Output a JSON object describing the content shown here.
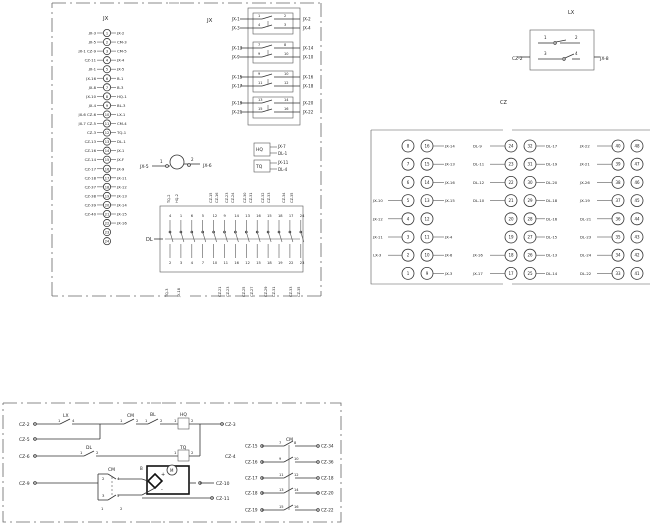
{
  "panel_left": {
    "title": "JX",
    "labels_left": [
      "JX-3",
      "JX-5",
      "JX-1 CZ-9",
      "CZ-11",
      "JX-1",
      "JX-16",
      "JX-8",
      "JX-10",
      "JX-4",
      "JX-6 CZ-6",
      "JX-7 CZ-5",
      "CZ-3",
      "CZ-13",
      "CZ-16",
      "CZ-14",
      "CZ-17",
      "CZ-18",
      "CZ-37",
      "CZ-38",
      "CZ-39",
      "CZ-40"
    ],
    "labels_right": [
      "JX-2",
      "CM-3",
      "CM-5",
      "JX-4",
      "JX-5",
      "B-1",
      "B-3",
      "HQ-1",
      "BL-3",
      "LX-1",
      "CM-4",
      "TQ-1",
      "DL-1",
      "JX-1",
      "JX-F",
      "JX-9",
      "JX-11",
      "JX-12",
      "JX-13",
      "JX-14",
      "JX-15",
      "JX-16"
    ],
    "terminal_numbers": [
      "1",
      "2",
      "3",
      "4",
      "5",
      "6",
      "7",
      "8",
      "9",
      "10",
      "11",
      "12",
      "13",
      "14",
      "15",
      "16",
      "17",
      "18",
      "19",
      "20",
      "21",
      "22",
      "23",
      "24"
    ],
    "jx_label": "JX",
    "relays": [
      {
        "lt": "JX-1",
        "rt": "JX-2",
        "lb": "JX-3",
        "rb": "JX-4",
        "na": "1",
        "nb": "2",
        "nc": "4",
        "nd": "3"
      },
      {
        "lt": "JX-13",
        "rt": "JX-14",
        "lb": "JX-9",
        "rb": "JX-10",
        "na": "7",
        "nb": "8",
        "nc": "9",
        "nd": "10"
      },
      {
        "lt": "JX-15",
        "rt": "JX-16",
        "lb": "JX-17",
        "rb": "JX-18",
        "na": "9",
        "nb": "10",
        "nc": "11",
        "nd": "12"
      },
      {
        "lt": "JX-19",
        "rt": "JX-20",
        "lb": "JX-21",
        "rb": "JX-22",
        "na": "13",
        "nb": "14",
        "nc": "15",
        "nd": "16"
      }
    ],
    "motor": {
      "left": "JX-5",
      "right": "JX-6",
      "n1": "1",
      "n2": "2"
    },
    "hq_tq": {
      "hq": "HQ",
      "tq": "TQ",
      "r1": "JX-7",
      "r2": "DL-1",
      "r3": "JX-11",
      "r4": "DL-4"
    },
    "bottom_block": {
      "dl": "DL",
      "top_labels": [
        "TQ-2",
        "HQ-2",
        "CZ-15",
        "CZ-16",
        "CZ-23",
        "CZ-24",
        "CZ-30",
        "CZ-31",
        "CZ-32",
        "CZ-33",
        "CZ-34",
        "CZ-35"
      ],
      "top_nums": [
        "4",
        "1",
        "6",
        "5",
        "12",
        "9",
        "14",
        "13",
        "16",
        "15",
        "18",
        "17",
        "24",
        "21"
      ],
      "bottom_nums": [
        "2",
        "3",
        "4",
        "7",
        "10",
        "11",
        "16",
        "12",
        "15",
        "18",
        "19",
        "22",
        "23"
      ],
      "bottom_labels": [
        "TQ-3",
        "JX-18",
        "CZ-21",
        "CZ-23",
        "CZ-25",
        "CZ-27",
        "CZ-29",
        "CZ-31",
        "CZ-33",
        "CZ-35"
      ]
    }
  },
  "panel_right": {
    "lx_title": "LX",
    "lx_left": "CZ-2",
    "lx_right": "JX-8",
    "lx_nums": [
      "1",
      "2",
      "3",
      "4"
    ],
    "cz_title": "CZ",
    "cz_rows": [
      {
        "l": "",
        "a": "8",
        "b": "16",
        "c": "JX-14",
        "d": "DL-9",
        "e": "24",
        "f": "32",
        "g": "DL-17",
        "h": "JX-22",
        "i": "40",
        "j": "48"
      },
      {
        "l": "",
        "a": "7",
        "b": "15",
        "c": "JX-13",
        "d": "DL-11",
        "e": "23",
        "f": "31",
        "g": "DL-19",
        "h": "JX-21",
        "i": "39",
        "j": "47"
      },
      {
        "l": "",
        "a": "6",
        "b": "14",
        "c": "JX-16",
        "d": "DL-12",
        "e": "22",
        "f": "30",
        "g": "DL-20",
        "h": "JX-26",
        "i": "38",
        "j": "46"
      },
      {
        "l": "JX-10",
        "a": "5",
        "b": "13",
        "c": "JX-15",
        "d": "DL-10",
        "e": "21",
        "f": "29",
        "g": "DL-18",
        "h": "JX-19",
        "i": "37",
        "j": "45"
      },
      {
        "l": "JX-12",
        "a": "4",
        "b": "12",
        "c": "",
        "d": "",
        "e": "20",
        "f": "28",
        "g": "DL-16",
        "h": "DL-21",
        "i": "36",
        "j": "44"
      },
      {
        "l": "JX-11",
        "a": "3",
        "b": "11",
        "c": "JX-4",
        "d": "",
        "e": "19",
        "f": "27",
        "g": "DL-15",
        "h": "DL-23",
        "i": "35",
        "j": "43"
      },
      {
        "l": "LX-3",
        "a": "2",
        "b": "10",
        "c": "JX-6",
        "d": "JX-16",
        "e": "18",
        "f": "26",
        "g": "DL-13",
        "h": "DL-24",
        "i": "34",
        "j": "42"
      },
      {
        "l": "",
        "a": "1",
        "b": "9",
        "c": "JX-3",
        "d": "JX-17",
        "e": "17",
        "f": "25",
        "g": "DL-14",
        "h": "DL-22",
        "i": "33",
        "j": "41"
      }
    ]
  },
  "schematic": {
    "left_labels": [
      "CZ-2",
      "CZ-5",
      "CZ-6",
      "CZ-9"
    ],
    "right_labels": [
      "CZ-3",
      "CZ-4",
      "CZ-10",
      "CZ-11"
    ],
    "comps": {
      "lx": "LX",
      "cm": "CM",
      "bl": "BL",
      "hq": "HQ",
      "tq": "TQ",
      "dl": "DL",
      "cm2": "CM"
    },
    "nums": [
      "1",
      "4",
      "1",
      "2",
      "1",
      "2",
      "1",
      "2",
      "1",
      "2",
      "1",
      "2",
      "2",
      "4",
      "3",
      "5",
      "1",
      "2"
    ],
    "bridge": {
      "b": "B",
      "plus": "+",
      "minus": "-",
      "m": "M"
    },
    "right_group_left": [
      "CZ-15",
      "CZ-16",
      "CZ-17",
      "CZ-18",
      "CZ-19"
    ],
    "right_group_right": [
      "CZ-34",
      "CZ-36",
      "CZ-18",
      "CZ-20",
      "CZ-22"
    ],
    "right_group_nums": [
      "7",
      "8",
      "9",
      "10",
      "11",
      "12",
      "13",
      "14",
      "15",
      "16"
    ],
    "cm_label": "CM"
  }
}
